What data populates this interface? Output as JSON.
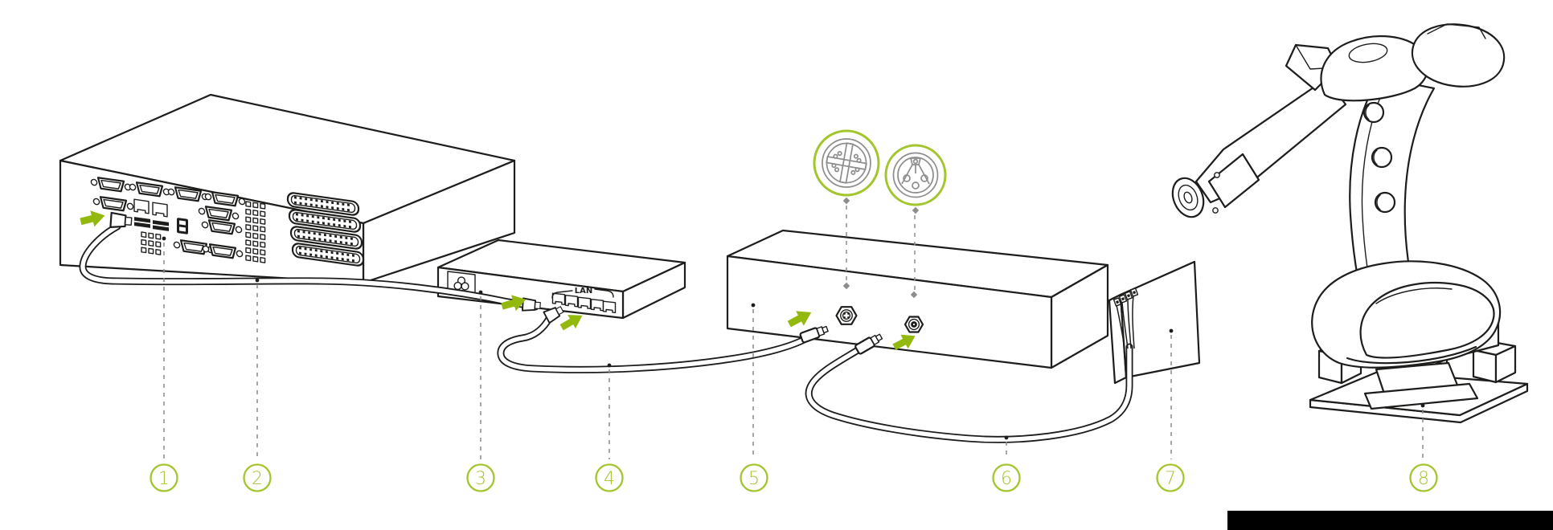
{
  "diagram": {
    "lan_label": "LAN",
    "callouts": [
      {
        "number": "1"
      },
      {
        "number": "2"
      },
      {
        "number": "3"
      },
      {
        "number": "4"
      },
      {
        "number": "5"
      },
      {
        "number": "6"
      },
      {
        "number": "7"
      },
      {
        "number": "8"
      }
    ],
    "colors": {
      "line": "#1d1d1b",
      "accent_green": "#a3c52e",
      "arrow_green": "#93b80e",
      "detail_gray": "#8d8d8d",
      "leader_gray": "#8a8a8a",
      "bar_black": "#000000",
      "background": "#ffffff"
    }
  }
}
